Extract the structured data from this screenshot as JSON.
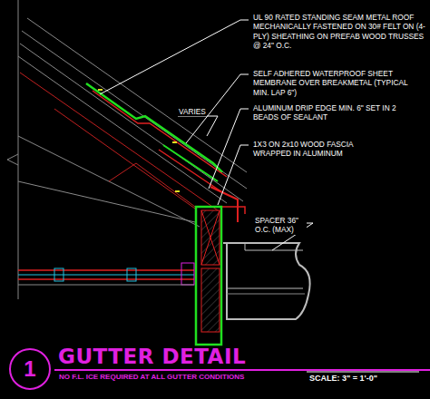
{
  "diagram": {
    "title": "GUTTER DETAIL",
    "nodes": [
      {
        "text": [
          "1"
        ]
      }
    ],
    "edges": [],
    "labels": [
      "UL 90 RATED STANDING SEAM METAL ROOF MECHANICALLY FASTENED ON 30# FELT ON (4-PLY) SHEATHING ON PREFAB WOOD TRUSSES @ 24\" O.C.",
      "SELF ADHERED WATERPROOF SHEET MEMBRANE OVER BREAKMETAL (TYPICAL MIN. LAP 6\")",
      "VARIES",
      "ALUMINUM DRIP EDGE MIN. 6\" SET IN 2 BEADS OF SEALANT",
      "1X3 ON 2x10 WOOD FASCIA WRAPPED IN ALUMINUM",
      "SPACER 36\" O.C. (MAX)",
      "NO F.L. ICE REQUIRED AT ALL GUTTER CONDITIONS",
      "SCALE: 3\" = 1'-0\""
    ]
  }
}
